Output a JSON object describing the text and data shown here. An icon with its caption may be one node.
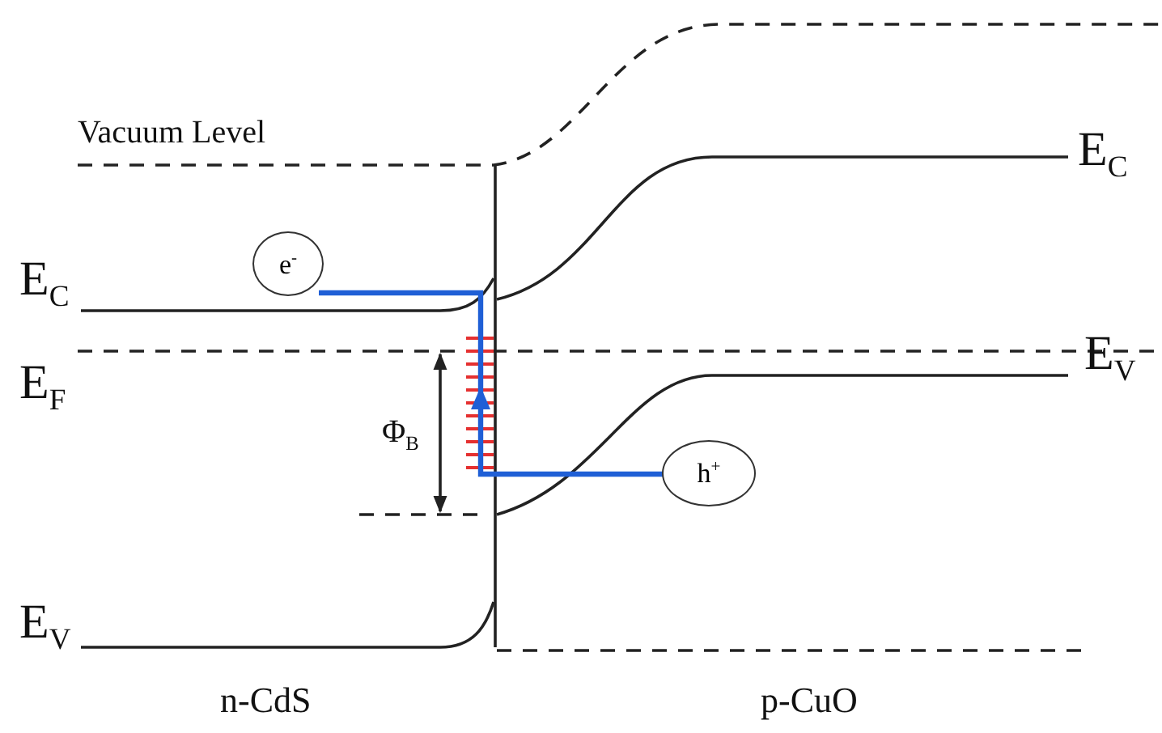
{
  "diagram": {
    "nodes": [
      {
        "text": [
          "e$^{-}$"
        ]
      },
      {
        "text": [
          "h$^{+}$"
        ]
      }
    ],
    "edges": [
      {
        "from": 1,
        "to": 0,
        "arrow": "to",
        "color": "#1f5fd6"
      }
    ],
    "labels": [
      "Vacuum Level",
      "E$_{C}$",
      "E$_{F}$",
      "Φ$_{B}$",
      "E$_{C}$",
      "E$_{V}$",
      "E$_{V}$",
      "n-CdS",
      "p-CuO"
    ]
  }
}
